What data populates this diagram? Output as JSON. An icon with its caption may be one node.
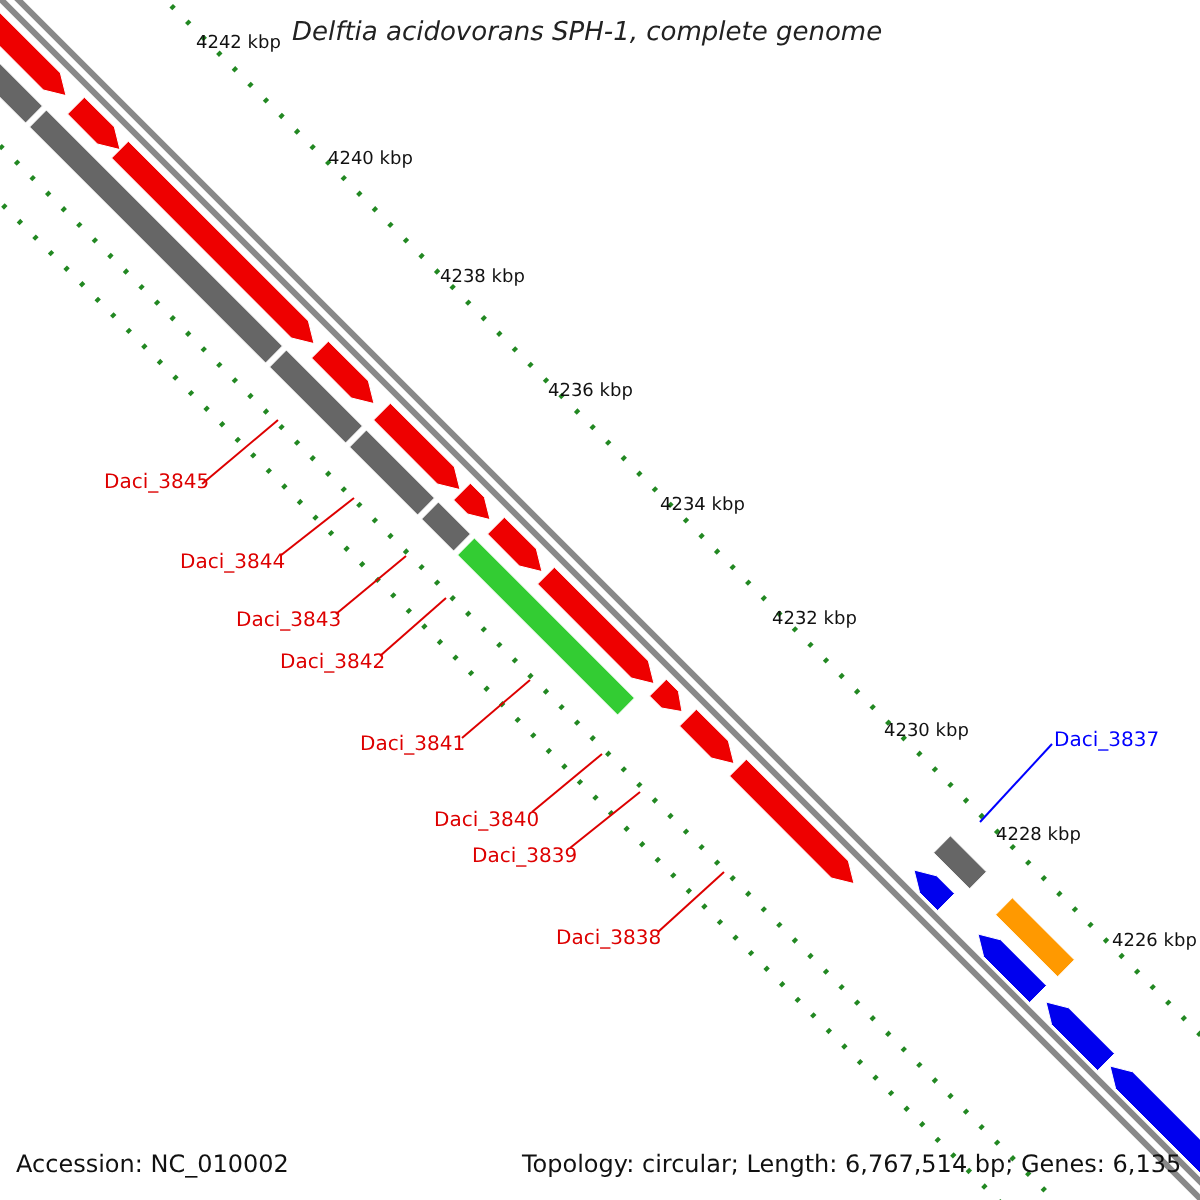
{
  "diagram": {
    "title": "Delftia acidovorans SPH-1, complete genome",
    "nodes": [
      {
        "text": [
          "Daci_3845"
        ]
      },
      {
        "text": [
          "Daci_3844"
        ]
      },
      {
        "text": [
          "Daci_3843"
        ]
      },
      {
        "text": [
          "Daci_3842"
        ]
      },
      {
        "text": [
          "Daci_3841"
        ]
      },
      {
        "text": [
          "Daci_3840"
        ]
      },
      {
        "text": [
          "Daci_3839"
        ]
      },
      {
        "text": [
          "Daci_3838"
        ]
      },
      {
        "text": [
          "Daci_3837"
        ]
      }
    ],
    "edges": [
      {
        "from": 0,
        "to": null,
        "arrow": "none"
      },
      {
        "from": 1,
        "to": null,
        "arrow": "none"
      },
      {
        "from": 2,
        "to": null,
        "arrow": "none"
      },
      {
        "from": 3,
        "to": null,
        "arrow": "none"
      },
      {
        "from": 4,
        "to": null,
        "arrow": "none"
      },
      {
        "from": 5,
        "to": null,
        "arrow": "none"
      },
      {
        "from": 6,
        "to": null,
        "arrow": "none"
      },
      {
        "from": 7,
        "to": null,
        "arrow": "none"
      },
      {
        "from": 8,
        "to": null,
        "arrow": "none",
        "color": "#0000ff"
      }
    ],
    "labels": [
      "4242 kbp",
      "4240 kbp",
      "4238 kbp",
      "4236 kbp",
      "4234 kbp",
      "4232 kbp",
      "4230 kbp",
      "4228 kbp",
      "4226 kbp",
      "Accession: NC_010002",
      "Topology: circular; Length: 6,767,514 bp; Genes: 6,135"
    ]
  }
}
